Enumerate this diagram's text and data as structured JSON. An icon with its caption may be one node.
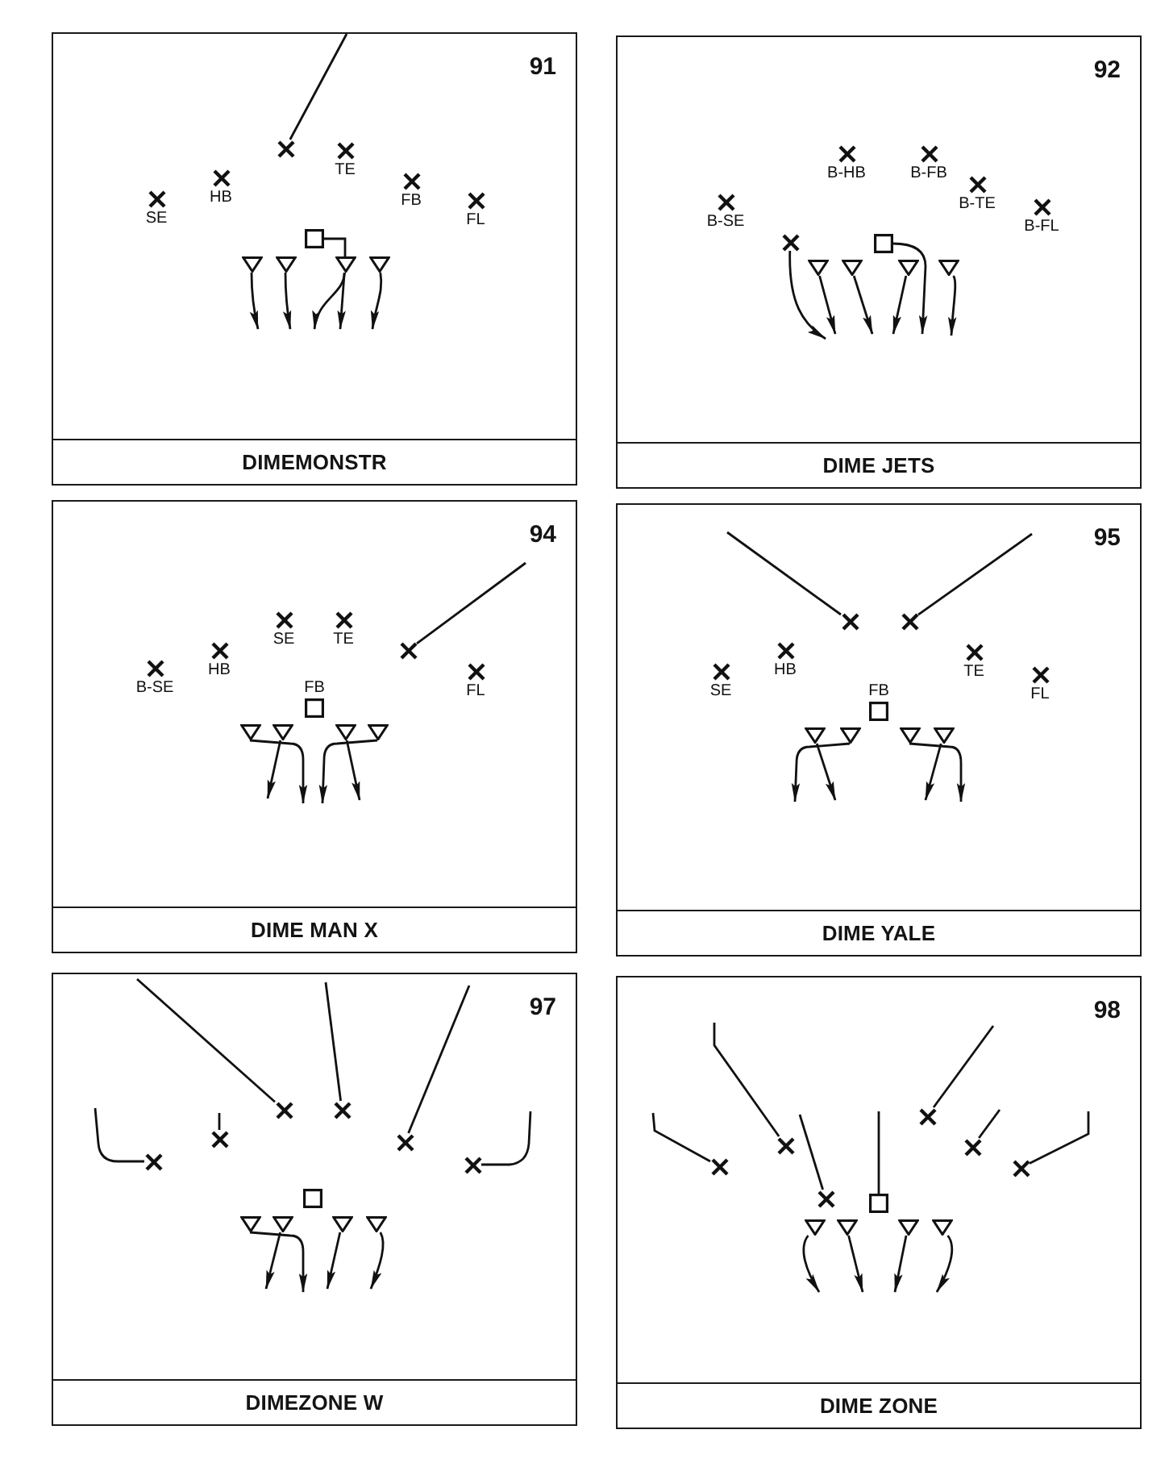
{
  "diagram": {
    "nodes": [
      {
        "text": [
          "91",
          "DIMEMONSTR"
        ]
      },
      {
        "text": [],
        "shape": "cross",
        "in": 0,
        "beside": [
          "SE"
        ]
      },
      {
        "text": [],
        "shape": "cross",
        "in": 0,
        "beside": [
          "HB"
        ]
      },
      {
        "text": [],
        "shape": "cross",
        "in": 0
      },
      {
        "text": [],
        "shape": "cross",
        "in": 0,
        "beside": [
          "TE"
        ]
      },
      {
        "text": [],
        "shape": "cross",
        "in": 0,
        "beside": [
          "FB"
        ]
      },
      {
        "text": [],
        "shape": "cross",
        "in": 0,
        "beside": [
          "FL"
        ]
      },
      {
        "text": [],
        "shape": "box",
        "in": 0
      },
      {
        "text": [],
        "shape": "triangle",
        "in": 0
      },
      {
        "text": [],
        "shape": "triangle",
        "in": 0
      },
      {
        "text": [],
        "shape": "triangle",
        "in": 0
      },
      {
        "text": [],
        "shape": "triangle",
        "in": 0
      },
      {
        "text": [
          "92",
          "DIME JETS"
        ]
      },
      {
        "text": [],
        "shape": "cross",
        "in": 12,
        "beside": [
          "B-SE"
        ]
      },
      {
        "text": [],
        "shape": "cross",
        "in": 12
      },
      {
        "text": [],
        "shape": "cross",
        "in": 12,
        "beside": [
          "B-HB"
        ]
      },
      {
        "text": [],
        "shape": "cross",
        "in": 12,
        "beside": [
          "B-FB"
        ]
      },
      {
        "text": [],
        "shape": "cross",
        "in": 12,
        "beside": [
          "B-TE"
        ]
      },
      {
        "text": [],
        "shape": "cross",
        "in": 12,
        "beside": [
          "B-FL"
        ]
      },
      {
        "text": [],
        "shape": "box",
        "in": 12
      },
      {
        "text": [],
        "shape": "triangle",
        "in": 12
      },
      {
        "text": [],
        "shape": "triangle",
        "in": 12
      },
      {
        "text": [],
        "shape": "triangle",
        "in": 12
      },
      {
        "text": [],
        "shape": "triangle",
        "in": 12
      },
      {
        "text": [
          "94",
          "DIME MAN X"
        ]
      },
      {
        "text": [],
        "shape": "cross",
        "in": 24,
        "beside": [
          "B-SE"
        ]
      },
      {
        "text": [],
        "shape": "cross",
        "in": 24,
        "beside": [
          "HB"
        ]
      },
      {
        "text": [],
        "shape": "cross",
        "in": 24,
        "beside": [
          "SE"
        ]
      },
      {
        "text": [],
        "shape": "cross",
        "in": 24,
        "beside": [
          "TE"
        ]
      },
      {
        "text": [],
        "shape": "cross",
        "in": 24
      },
      {
        "text": [],
        "shape": "cross",
        "in": 24,
        "beside": [
          "FL"
        ]
      },
      {
        "text": [],
        "shape": "box",
        "in": 24,
        "beside": [
          "FB"
        ]
      },
      {
        "text": [],
        "shape": "triangle",
        "in": 24
      },
      {
        "text": [],
        "shape": "triangle",
        "in": 24
      },
      {
        "text": [],
        "shape": "triangle",
        "in": 24
      },
      {
        "text": [],
        "shape": "triangle",
        "in": 24
      },
      {
        "text": [
          "95",
          "DIME YALE"
        ]
      },
      {
        "text": [],
        "shape": "cross",
        "in": 36,
        "beside": [
          "SE"
        ]
      },
      {
        "text": [],
        "shape": "cross",
        "in": 36,
        "beside": [
          "HB"
        ]
      },
      {
        "text": [],
        "shape": "cross",
        "in": 36
      },
      {
        "text": [],
        "shape": "cross",
        "in": 36
      },
      {
        "text": [],
        "shape": "cross",
        "in": 36,
        "beside": [
          "TE"
        ]
      },
      {
        "text": [],
        "shape": "cross",
        "in": 36,
        "beside": [
          "FL"
        ]
      },
      {
        "text": [],
        "shape": "box",
        "in": 36,
        "beside": [
          "FB"
        ]
      },
      {
        "text": [],
        "shape": "triangle",
        "in": 36
      },
      {
        "text": [],
        "shape": "triangle",
        "in": 36
      },
      {
        "text": [],
        "shape": "triangle",
        "in": 36
      },
      {
        "text": [],
        "shape": "triangle",
        "in": 36
      },
      {
        "text": [
          "97",
          "DIMEZONE W"
        ]
      },
      {
        "text": [],
        "shape": "cross",
        "in": 48
      },
      {
        "text": [],
        "shape": "cross",
        "in": 48
      },
      {
        "text": [],
        "shape": "cross",
        "in": 48
      },
      {
        "text": [],
        "shape": "cross",
        "in": 48
      },
      {
        "text": [],
        "shape": "cross",
        "in": 48
      },
      {
        "text": [],
        "shape": "cross",
        "in": 48
      },
      {
        "text": [],
        "shape": "box",
        "in": 48
      },
      {
        "text": [],
        "shape": "triangle",
        "in": 48
      },
      {
        "text": [],
        "shape": "triangle",
        "in": 48
      },
      {
        "text": [],
        "shape": "triangle",
        "in": 48
      },
      {
        "text": [],
        "shape": "triangle",
        "in": 48
      },
      {
        "text": [
          "98",
          "DIME ZONE"
        ]
      },
      {
        "text": [],
        "shape": "cross",
        "in": 60
      },
      {
        "text": [],
        "shape": "cross",
        "in": 60
      },
      {
        "text": [],
        "shape": "cross",
        "in": 60
      },
      {
        "text": [],
        "shape": "box",
        "in": 60
      },
      {
        "text": [],
        "shape": "cross",
        "in": 60
      },
      {
        "text": [],
        "shape": "cross",
        "in": 60
      },
      {
        "text": [],
        "shape": "cross",
        "in": 60
      },
      {
        "text": [],
        "shape": "triangle",
        "in": 60
      },
      {
        "text": [],
        "shape": "triangle",
        "in": 60
      },
      {
        "text": [],
        "shape": "triangle",
        "in": 60
      },
      {
        "text": [],
        "shape": "triangle",
        "in": 60
      }
    ],
    "edges": [
      {
        "from": 3,
        "to": null,
        "arrow": "none"
      },
      {
        "from": 7,
        "to": 10,
        "arrow": "none"
      },
      {
        "from": 8,
        "to": null,
        "arrow": "to"
      },
      {
        "from": 9,
        "to": null,
        "arrow": "to"
      },
      {
        "from": 10,
        "to": null,
        "arrow": "to"
      },
      {
        "from": 10,
        "to": null,
        "arrow": "to"
      },
      {
        "from": 11,
        "to": null,
        "arrow": "to"
      },
      {
        "from": 14,
        "to": null,
        "arrow": "to"
      },
      {
        "from": 20,
        "to": null,
        "arrow": "to"
      },
      {
        "from": 21,
        "to": null,
        "arrow": "to"
      },
      {
        "from": 22,
        "to": null,
        "arrow": "to"
      },
      {
        "from": 19,
        "to": null,
        "arrow": "to"
      },
      {
        "from": 23,
        "to": null,
        "arrow": "to"
      },
      {
        "from": 29,
        "to": null,
        "arrow": "none"
      },
      {
        "from": 32,
        "to": null,
        "arrow": "to"
      },
      {
        "from": 33,
        "to": null,
        "arrow": "to"
      },
      {
        "from": 34,
        "to": null,
        "arrow": "to"
      },
      {
        "from": 35,
        "to": null,
        "arrow": "to"
      },
      {
        "from": 39,
        "to": null,
        "arrow": "none"
      },
      {
        "from": 40,
        "to": null,
        "arrow": "none"
      },
      {
        "from": 44,
        "to": null,
        "arrow": "to"
      },
      {
        "from": 45,
        "to": null,
        "arrow": "to"
      },
      {
        "from": 46,
        "to": null,
        "arrow": "to"
      },
      {
        "from": 47,
        "to": null,
        "arrow": "to"
      },
      {
        "from": 49,
        "to": null,
        "arrow": "none"
      },
      {
        "from": 50,
        "to": null,
        "arrow": "none"
      },
      {
        "from": 51,
        "to": null,
        "arrow": "none"
      },
      {
        "from": 52,
        "to": null,
        "arrow": "none"
      },
      {
        "from": 53,
        "to": null,
        "arrow": "none"
      },
      {
        "from": 54,
        "to": null,
        "arrow": "none"
      },
      {
        "from": 56,
        "to": null,
        "arrow": "to"
      },
      {
        "from": 57,
        "to": null,
        "arrow": "to"
      },
      {
        "from": 58,
        "to": null,
        "arrow": "to"
      },
      {
        "from": 59,
        "to": null,
        "arrow": "to"
      },
      {
        "from": 61,
        "to": null,
        "arrow": "none"
      },
      {
        "from": 62,
        "to": null,
        "arrow": "none"
      },
      {
        "from": 63,
        "to": null,
        "arrow": "none"
      },
      {
        "from": 64,
        "to": null,
        "arrow": "none"
      },
      {
        "from": 65,
        "to": null,
        "arrow": "none"
      },
      {
        "from": 66,
        "to": null,
        "arrow": "none"
      },
      {
        "from": 67,
        "to": null,
        "arrow": "none"
      },
      {
        "from": 68,
        "to": null,
        "arrow": "to"
      },
      {
        "from": 69,
        "to": null,
        "arrow": "to"
      },
      {
        "from": 70,
        "to": null,
        "arrow": "to"
      },
      {
        "from": 71,
        "to": null,
        "arrow": "to"
      }
    ]
  }
}
